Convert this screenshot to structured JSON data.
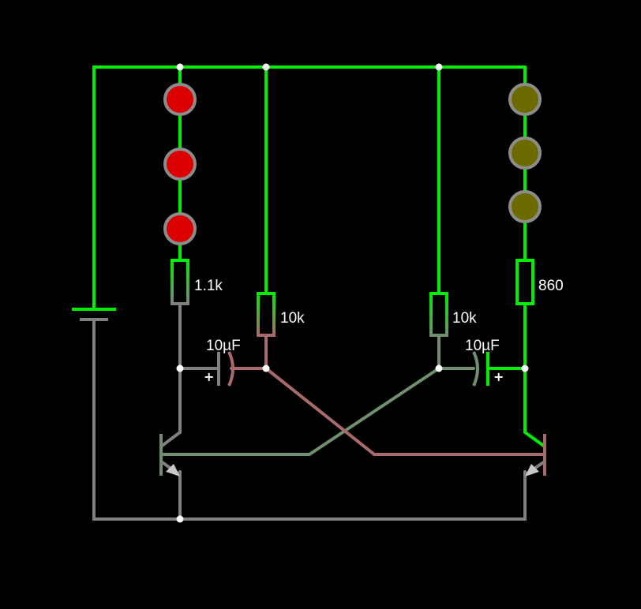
{
  "colors": {
    "background": "#000000",
    "wire_high": "#00ee00",
    "wire_low": "#808080",
    "wire_mid_green": "#6f8f6f",
    "wire_mid_red": "#a86a6a",
    "led_red_on": "#dd0000",
    "led_yellow_dim": "#6b6b00",
    "led_ring": "#8c8c8c",
    "node_dot": "#ffffff"
  },
  "components": {
    "resistors": [
      {
        "label": "1.1k"
      },
      {
        "label": "10k"
      },
      {
        "label": "10k"
      },
      {
        "label": "860"
      }
    ],
    "capacitors": [
      {
        "label": "10µF",
        "polarity": "+"
      },
      {
        "label": "10µF",
        "polarity": "+"
      }
    ],
    "leds": [
      {
        "state": "on",
        "color": "red"
      },
      {
        "state": "on",
        "color": "red"
      },
      {
        "state": "on",
        "color": "red"
      },
      {
        "state": "dim",
        "color": "yellow"
      },
      {
        "state": "dim",
        "color": "yellow"
      },
      {
        "state": "dim",
        "color": "yellow"
      }
    ],
    "transistors": [
      {
        "type": "npn",
        "side": "left"
      },
      {
        "type": "npn",
        "side": "right"
      }
    ],
    "battery": {
      "type": "dc-source"
    }
  }
}
